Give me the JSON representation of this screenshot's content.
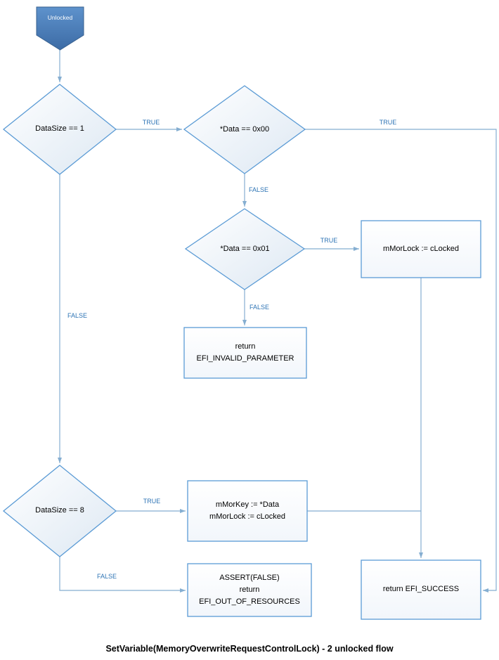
{
  "title": "SetVariable(MemoryOverwriteRequestControlLock) - 2 unlocked flow",
  "colors": {
    "connector": "#85aed1",
    "shape_border": "#5b9bd5",
    "start_fill_top": "#5e92cc",
    "start_fill_bottom": "#3c6ba5",
    "diamond_fill_light": "#ffffff",
    "diamond_fill_dark": "#dde8f3",
    "edge_label_text": "#2e74b5",
    "shape_text": "#000000"
  },
  "start": {
    "label": "Unlocked"
  },
  "decisions": {
    "d1": {
      "label": "DataSize == 1"
    },
    "d2": {
      "label": "*Data == 0x00"
    },
    "d3": {
      "label": "*Data == 0x01"
    },
    "d4": {
      "label": "DataSize == 8"
    }
  },
  "boxes": {
    "morlock": {
      "lines": [
        "mMorLock := cLocked"
      ]
    },
    "invalid": {
      "lines": [
        "return",
        "EFI_INVALID_PARAMETER"
      ]
    },
    "morkey": {
      "lines": [
        "mMorKey := *Data",
        "mMorLock := cLocked"
      ]
    },
    "assert": {
      "lines": [
        "ASSERT(FALSE)",
        "return",
        "EFI_OUT_OF_RESOURCES"
      ]
    },
    "success": {
      "lines": [
        "return EFI_SUCCESS"
      ]
    }
  },
  "edges": {
    "d1_d2": "TRUE",
    "d2_success": "TRUE",
    "d2_d3": "FALSE",
    "d3_morlock": "TRUE",
    "d3_invalid": "FALSE",
    "d1_d4": "FALSE",
    "d4_morkey": "TRUE",
    "d4_assert": "FALSE"
  }
}
